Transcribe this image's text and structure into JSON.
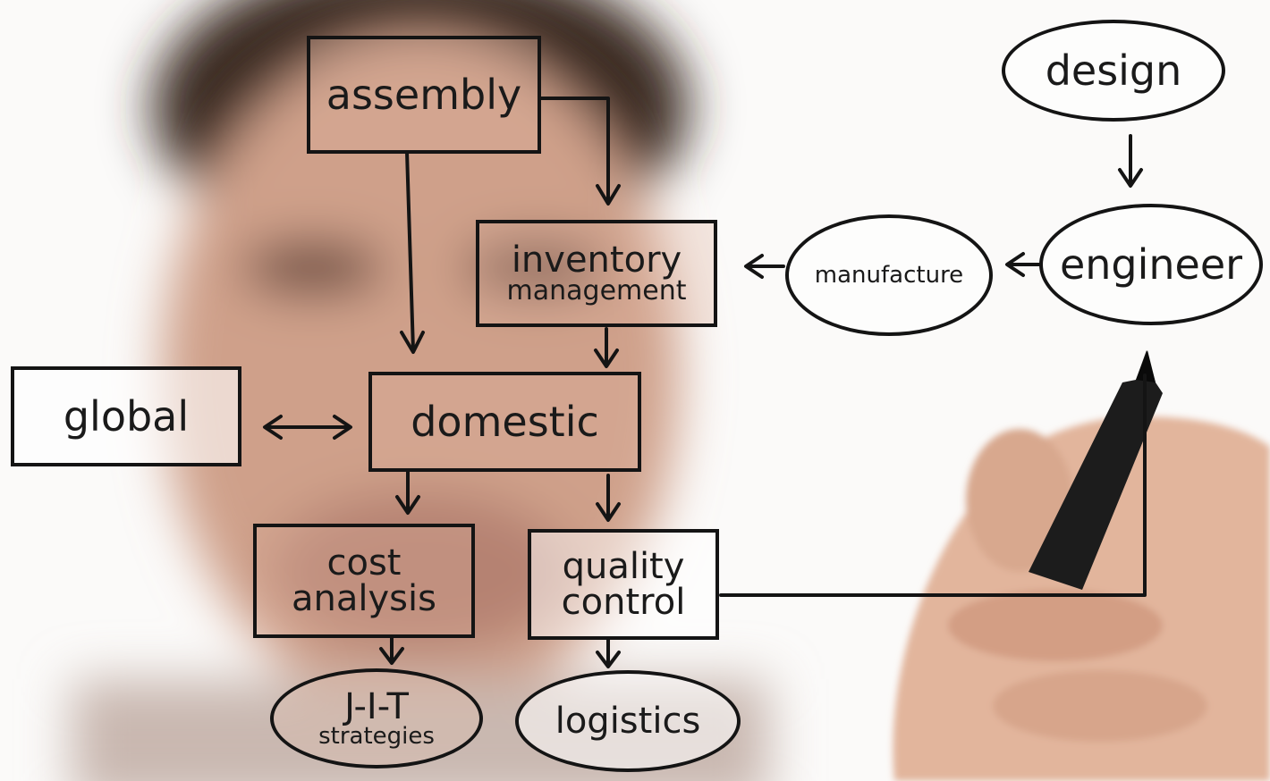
{
  "nodes": {
    "assembly": "assembly",
    "inventory": "inventory",
    "management": "management",
    "global": "global",
    "domestic": "domestic",
    "cost": "cost",
    "analysis": "analysis",
    "quality": "quality",
    "control": "control",
    "jit": "J-I-T",
    "strategies": "strategies",
    "logistics": "logistics",
    "design": "design",
    "engineer": "engineer",
    "manufacture": "manufacture"
  },
  "colors": {
    "ink": "#141414",
    "skin_blur": "#d8b4a2",
    "background": "#fbfaf9",
    "marker": "#1c1c1c"
  }
}
